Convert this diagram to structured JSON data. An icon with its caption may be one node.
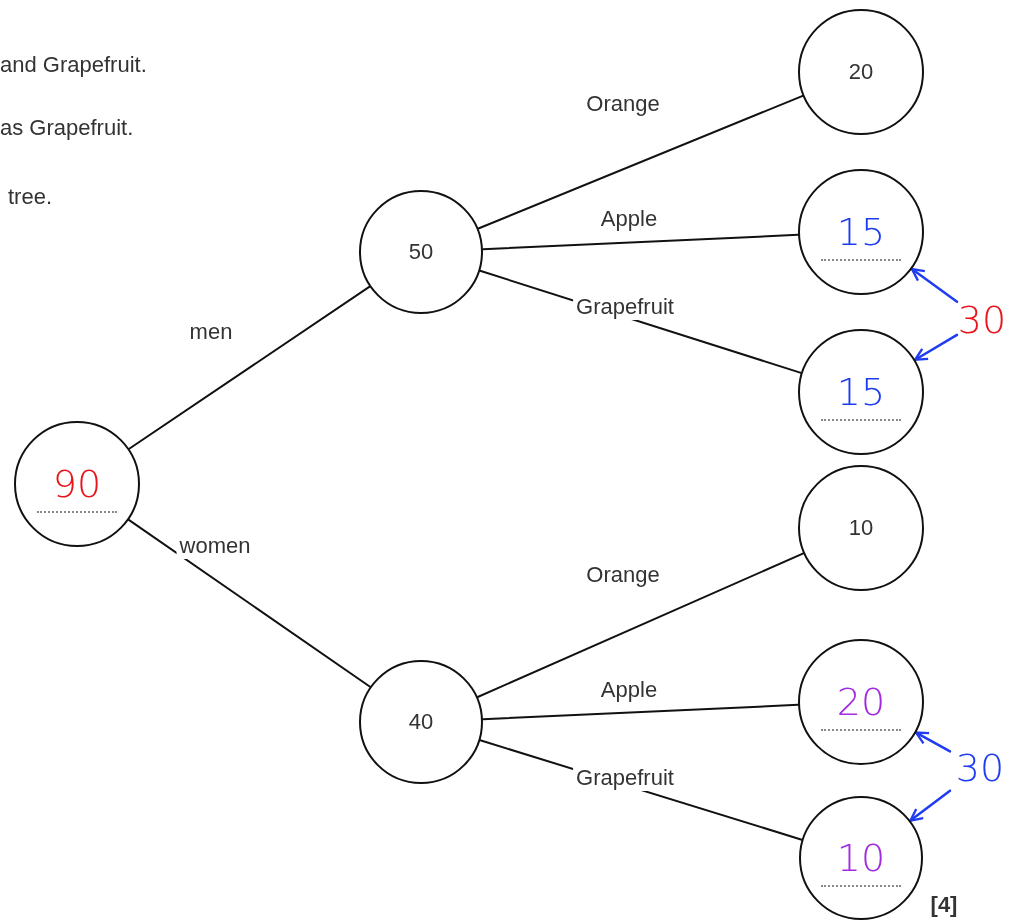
{
  "diagram": {
    "nodes": [
      {
        "text": [
          "90"
        ]
      },
      {
        "text": [
          "50"
        ]
      },
      {
        "text": [
          "40"
        ]
      },
      {
        "text": [
          "20"
        ]
      },
      {
        "text": [
          "15"
        ]
      },
      {
        "text": [
          "15"
        ]
      },
      {
        "text": [
          "10"
        ]
      },
      {
        "text": [
          "20"
        ]
      },
      {
        "text": [
          "10"
        ]
      },
      {
        "text": [
          "30"
        ]
      },
      {
        "text": [
          "30"
        ]
      }
    ],
    "edges": [
      {
        "from": 0,
        "to": 1,
        "arrow": "none",
        "label": "men"
      },
      {
        "from": 0,
        "to": 2,
        "arrow": "none",
        "label": "women"
      },
      {
        "from": 1,
        "to": 3,
        "arrow": "none",
        "label": "Orange"
      },
      {
        "from": 1,
        "to": 4,
        "arrow": "none",
        "label": "Apple"
      },
      {
        "from": 1,
        "to": 5,
        "arrow": "none",
        "label": "Grapefruit"
      },
      {
        "from": 2,
        "to": 6,
        "arrow": "none",
        "label": "Orange"
      },
      {
        "from": 2,
        "to": 7,
        "arrow": "none",
        "label": "Apple"
      },
      {
        "from": 2,
        "to": 8,
        "arrow": "none",
        "label": "Grapefruit"
      },
      {
        "from": 9,
        "to": 4,
        "arrow": "to",
        "color": "#1f3cf0"
      },
      {
        "from": 9,
        "to": 5,
        "arrow": "to",
        "color": "#1f3cf0"
      },
      {
        "from": 10,
        "to": 7,
        "arrow": "to",
        "color": "#1f3cf0"
      },
      {
        "from": 10,
        "to": 8,
        "arrow": "to",
        "color": "#1f3cf0"
      }
    ],
    "labels": [
      "and Grapefruit.",
      "as Grapefruit.",
      "tree.",
      "[4]"
    ]
  }
}
